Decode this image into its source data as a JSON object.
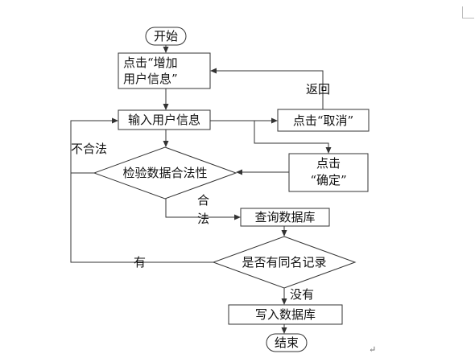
{
  "diagram": {
    "nodes": {
      "start": "开始",
      "click_add_line1": "点击“增加",
      "click_add_line2": "用户信息”",
      "input_info": "输入用户信息",
      "click_cancel": "点击“取消”",
      "click_ok_line1": "点击",
      "click_ok_line2": "“确定”",
      "validate": "检验数据合法性",
      "query_db": "查询数据库",
      "same_name": "是否有同名记录",
      "write_db": "写入数据库",
      "end": "结束"
    },
    "edge_labels": {
      "return": "返回",
      "invalid": "不合法",
      "valid_1": "合",
      "valid_2": "法",
      "has": "有",
      "none": "没有"
    }
  },
  "colors": {
    "stroke": "#333333",
    "text": "#111111"
  },
  "page_mark": "↵"
}
